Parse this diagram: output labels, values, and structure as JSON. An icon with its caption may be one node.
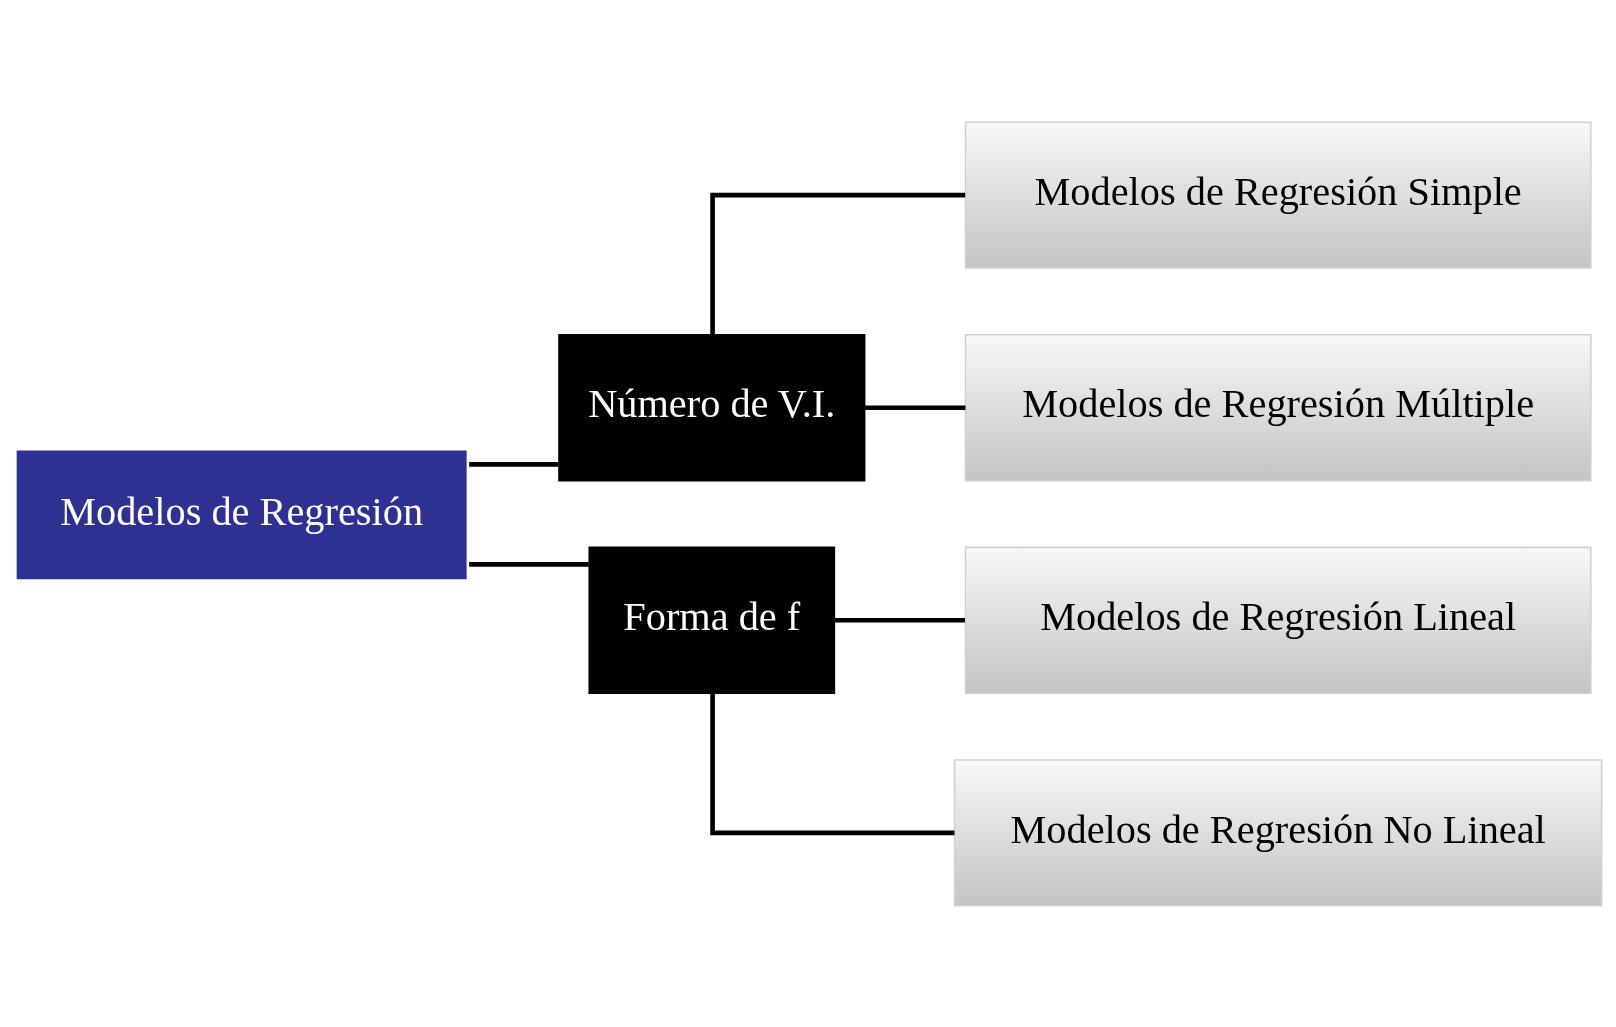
{
  "diagram": {
    "nodes": [
      {
        "text": [
          "Modelos de Regresión"
        ]
      },
      {
        "text": [
          "Número de V.I."
        ]
      },
      {
        "text": [
          "Forma de f"
        ]
      },
      {
        "text": [
          "Modelos de Regresión Simple"
        ]
      },
      {
        "text": [
          "Modelos de Regresión Múltiple"
        ]
      },
      {
        "text": [
          "Modelos de Regresión Lineal"
        ]
      },
      {
        "text": [
          "Modelos de Regresión No Lineal"
        ]
      }
    ],
    "edges": [
      {
        "from": 0,
        "to": 1,
        "arrow": "none"
      },
      {
        "from": 0,
        "to": 2,
        "arrow": "none"
      },
      {
        "from": 1,
        "to": 3,
        "arrow": "none"
      },
      {
        "from": 1,
        "to": 4,
        "arrow": "none"
      },
      {
        "from": 2,
        "to": 5,
        "arrow": "none"
      },
      {
        "from": 2,
        "to": 6,
        "arrow": "none"
      }
    ]
  }
}
